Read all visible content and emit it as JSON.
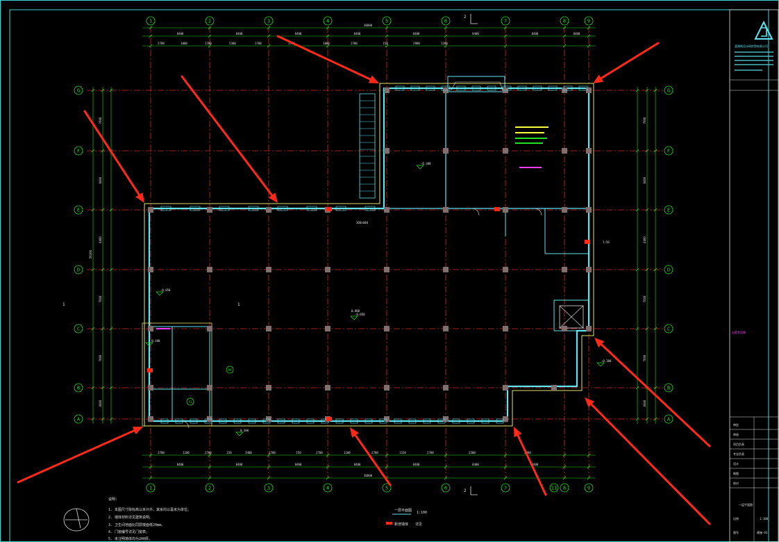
{
  "grid": {
    "columns": [
      "1",
      "2",
      "3",
      "4",
      "5",
      "6",
      "7",
      "8",
      "9"
    ],
    "extra_column": "11",
    "rows": [
      "A",
      "B",
      "C",
      "D",
      "E",
      "F",
      "G"
    ]
  },
  "section_marks": {
    "top": "2",
    "bottom": "2",
    "left": "1",
    "right": "1"
  },
  "dimensions": {
    "top_total": "30800",
    "bottom_total": "30800",
    "top_spans": [
      "8400",
      "8400",
      "8400",
      "8400",
      "8400",
      "8400",
      "8400",
      "8400"
    ],
    "top_sub": [
      "2700",
      "1000",
      "2700",
      "5300",
      "2700",
      "3700",
      "1000",
      "2700",
      "150",
      "2900",
      "1200"
    ],
    "bottom_spans": [
      "8400",
      "8400",
      "8400",
      "8400",
      "8400",
      "8400",
      "8400"
    ],
    "bottom_sub": [
      "2700",
      "1100",
      "2700",
      "150",
      "3400",
      "1700",
      "150",
      "2700",
      "1100",
      "2700",
      "1150",
      "2700",
      "2300",
      "2900"
    ],
    "left_total": "56300",
    "left_spans": [
      "8400",
      "7600",
      "7600",
      "8400",
      "8400",
      "7600"
    ],
    "right_spans": [
      "8400",
      "7600",
      "7600",
      "8400",
      "8400",
      "7600"
    ],
    "elevations": [
      "-0.050",
      "-0.300",
      "0.300",
      "-0.050",
      "-0.300",
      "-0.100"
    ]
  },
  "room_labels": {
    "main_hall": "0.000",
    "wall_tag": "300x600",
    "stair_tag": "1:50",
    "door_tag": "M1",
    "window_tag": "C1"
  },
  "notes": {
    "heading": "说明:",
    "items": [
      "1. 本图尺寸除标高以米计外，其余均以毫米为单位。",
      "2. 墙体材料详见建筑说明。",
      "3. 卫生间地面比同层楼面低20mm。",
      "4. 门窗编号详见门窗表。",
      "5. 未注明墙体均为200厚。"
    ],
    "legend_1": "一层平面图",
    "legend_1_scale": "1:100",
    "legend_2": "新增墙体",
    "legend_2_tag": "详见"
  },
  "title_block": {
    "company": "某建筑设计研究院有限公司",
    "rows": [
      "审定",
      "审核",
      "项目负责",
      "专业负责",
      "设计",
      "制图",
      "校对"
    ],
    "drawing_title": "一层平面图",
    "scale_label": "比例",
    "scale": "1:100",
    "sheet_label": "图号",
    "sheet": "建施-03",
    "stamp": "出图专用章"
  },
  "colors": {
    "background": "#000000",
    "gridline": "#d42a2a",
    "dimension": "#22e022",
    "wall": "#5ee6f2",
    "wall_outline": "#e3e36a",
    "column": "#7f6f6f",
    "arrow": "#ff2a1a",
    "frame": "#3ad6d6",
    "text": "#e0e0e0",
    "magenta": "#ff3cff",
    "yellow": "#ffff40"
  }
}
